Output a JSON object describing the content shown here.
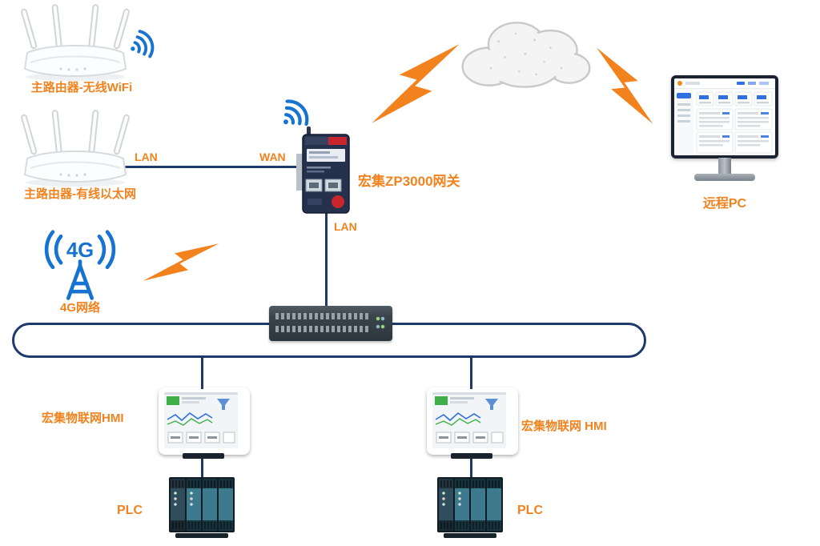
{
  "diagram": {
    "type": "network-topology",
    "colors": {
      "label_orange": "#F2821E",
      "line_navy": "#1E3A6C",
      "wifi_blue": "#1673D2",
      "bolt_orange": "#F2821E",
      "gateway_navy": "#25304D",
      "gateway_red": "#C9252C"
    },
    "labels": {
      "router_wifi": "主路由器-无线WiFi",
      "router_wired": "主路由器-有线以太网",
      "lan_left": "LAN",
      "wan": "WAN",
      "gateway": "宏集ZP3000网关",
      "lan_gateway": "LAN",
      "remote_pc": "远程PC",
      "badge_4g": "4G",
      "network_4g": "4G网络",
      "hmi_left": "宏集物联网HMI",
      "hmi_right": "宏集物联网 HMI",
      "plc_left": "PLC",
      "plc_right": "PLC"
    },
    "icons": {
      "wifi_small": "wifi-signal-icon",
      "wifi_gateway": "wifi-signal-icon",
      "cloud": "internet-cloud-icon",
      "bolt_gateway_cloud": "wireless-link-bolt-icon",
      "bolt_cloud_pc": "wireless-link-bolt-icon",
      "bolt_4g_gateway": "wireless-link-bolt-icon",
      "tower_4g": "4g-tower-icon"
    }
  }
}
